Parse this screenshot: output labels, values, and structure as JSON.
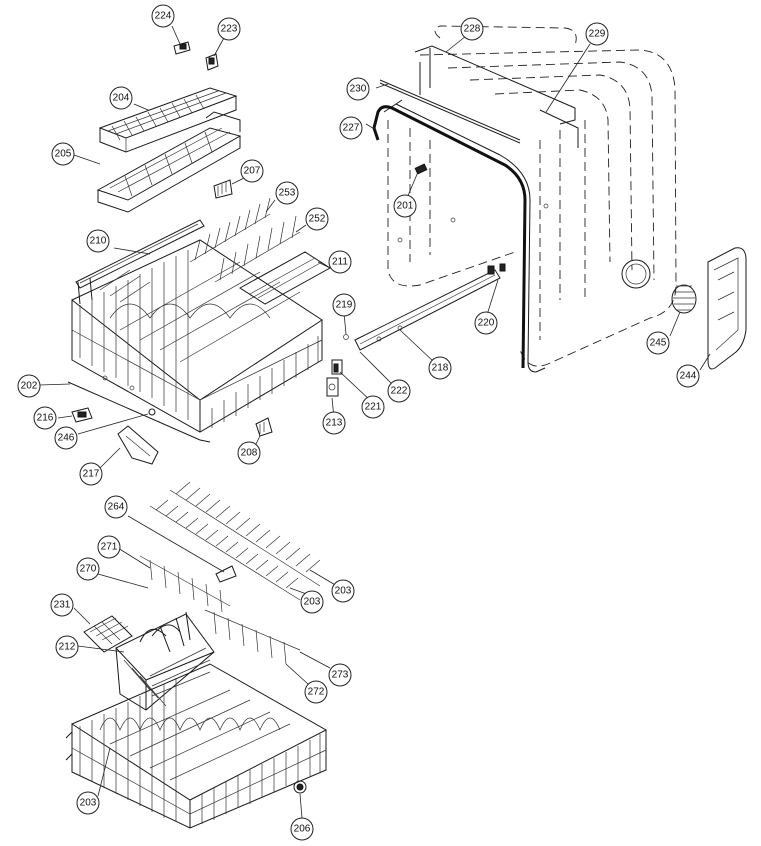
{
  "callouts": {
    "c224": "224",
    "c223": "223",
    "c204": "204",
    "c205": "205",
    "c207": "207",
    "c253": "253",
    "c252": "252",
    "c210": "210",
    "c211": "211",
    "c219": "219",
    "c202": "202",
    "c216": "216",
    "c246": "246",
    "c217": "217",
    "c208": "208",
    "c213": "213",
    "c221": "221",
    "c222": "222",
    "c218": "218",
    "c220": "220",
    "c228": "228",
    "c229": "229",
    "c230": "230",
    "c227": "227",
    "c201": "201",
    "c245": "245",
    "c244": "244",
    "c264": "264",
    "c271": "271",
    "c270": "270",
    "c203a": "203",
    "c203b": "203",
    "c231": "231",
    "c212": "212",
    "c273": "273",
    "c272": "272",
    "c203c": "203",
    "c206": "206"
  }
}
